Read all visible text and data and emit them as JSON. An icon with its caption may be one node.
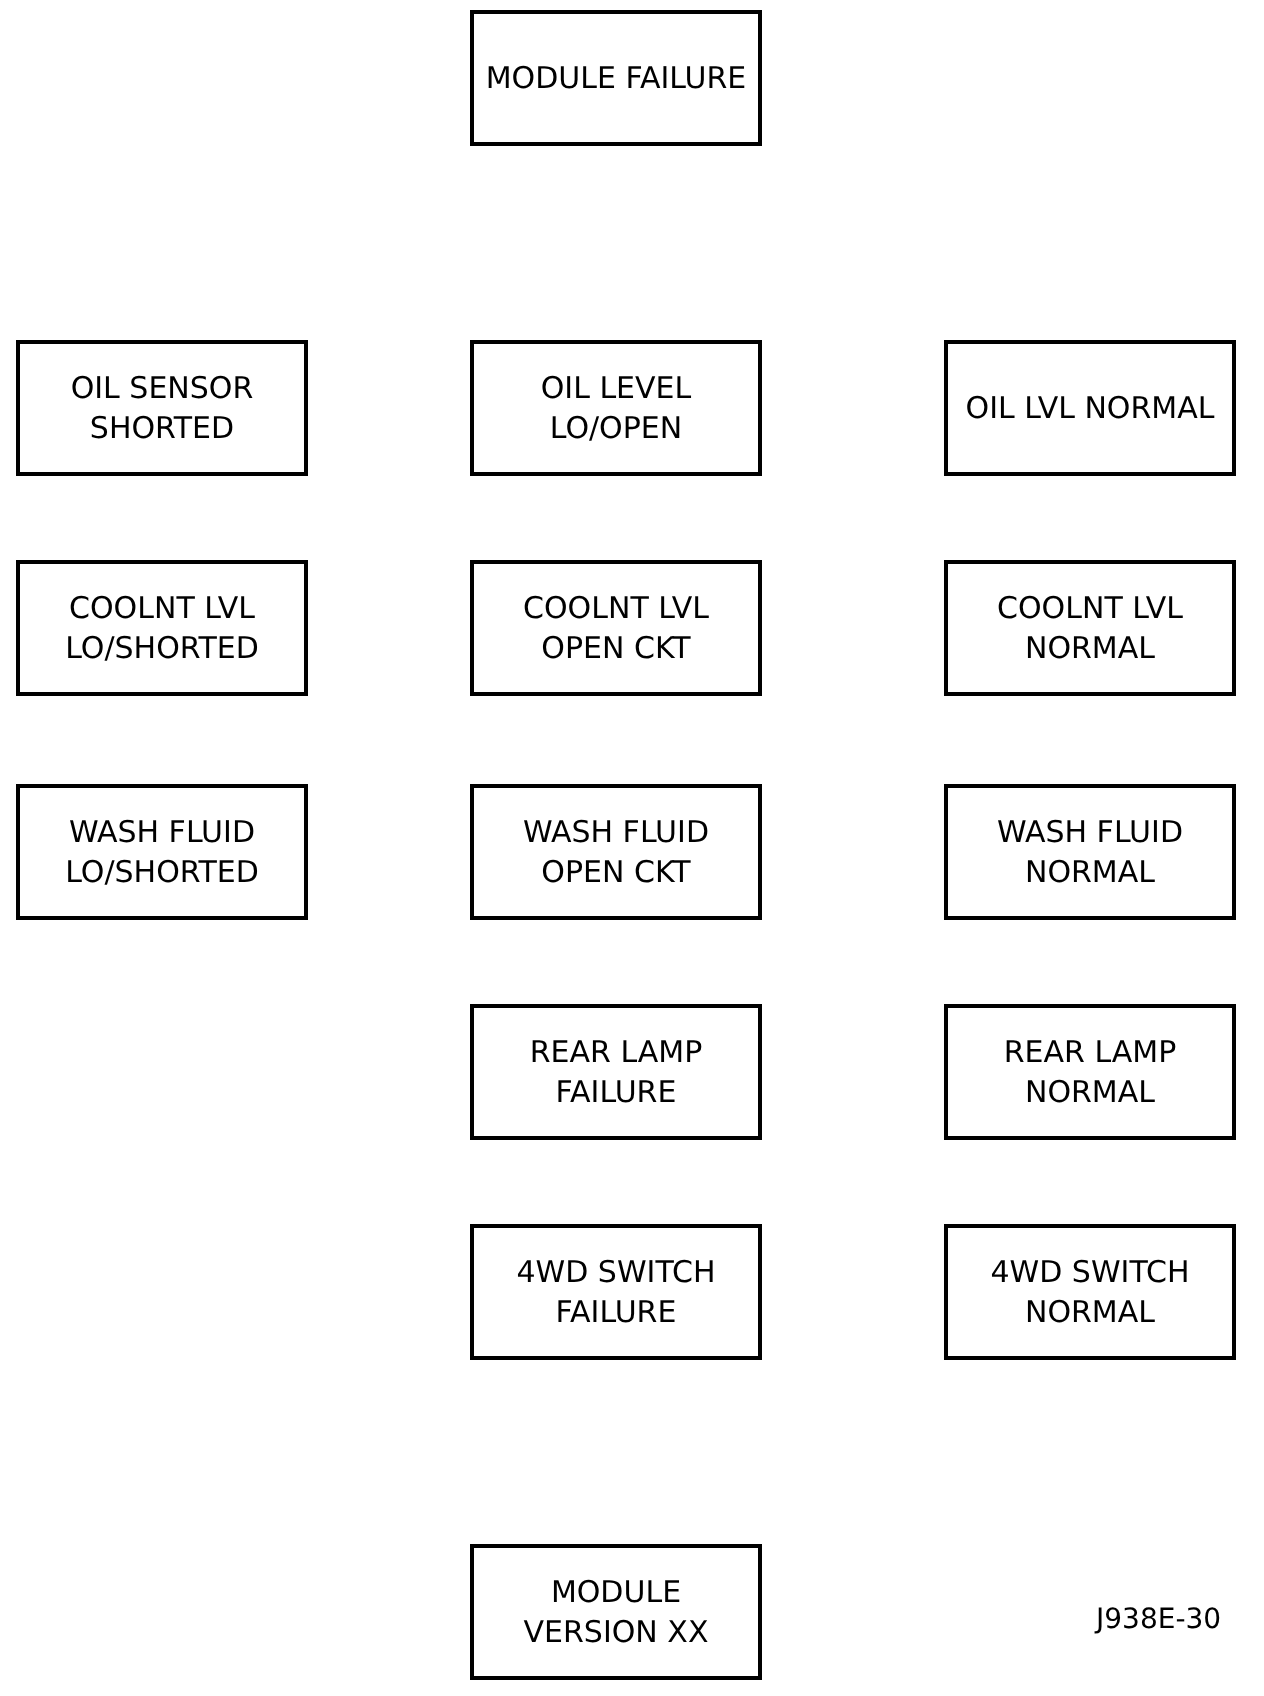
{
  "diagram": {
    "nodes": [
      {
        "text": [
          "MODULE FAILURE"
        ]
      },
      {
        "text": [
          "OIL SENSOR SHORTED"
        ]
      },
      {
        "text": [
          "OIL LEVEL LO/OPEN"
        ]
      },
      {
        "text": [
          "OIL LVL NORMAL"
        ]
      },
      {
        "text": [
          "COOLNT LVL LO/SHORTED"
        ]
      },
      {
        "text": [
          "COOLNT LVL OPEN CKT"
        ]
      },
      {
        "text": [
          "COOLNT LVL NORMAL"
        ]
      },
      {
        "text": [
          "WASH FLUID LO/SHORTED"
        ]
      },
      {
        "text": [
          "WASH FLUID OPEN CKT"
        ]
      },
      {
        "text": [
          "WASH FLUID NORMAL"
        ]
      },
      {
        "text": [
          "REAR LAMP FAILURE"
        ]
      },
      {
        "text": [
          "REAR LAMP NORMAL"
        ]
      },
      {
        "text": [
          "4WD SWITCH FAILURE"
        ]
      },
      {
        "text": [
          "4WD SWITCH NORMAL"
        ]
      },
      {
        "text": [
          "MODULE VERSION XX"
        ]
      }
    ],
    "labels": [
      "J938E-30"
    ]
  }
}
